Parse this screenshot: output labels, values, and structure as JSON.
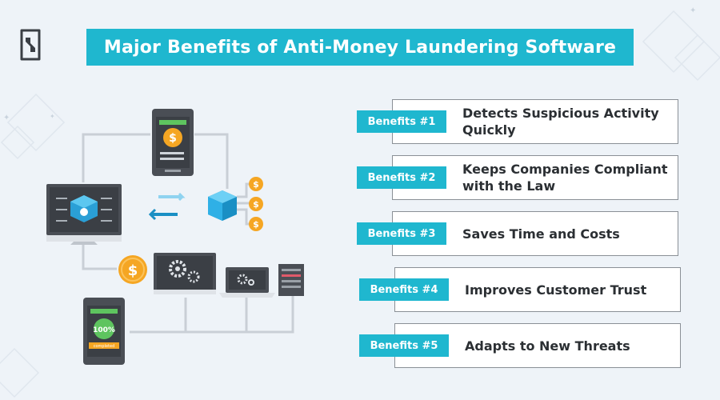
{
  "header": {
    "title": "Major Benefits of Anti-Money Laundering Software"
  },
  "benefits": [
    {
      "tag": "Benefits #1",
      "text": "Detects Suspicious Activity Quickly"
    },
    {
      "tag": "Benefits #2",
      "text": "Keeps Companies Compliant with the Law"
    },
    {
      "tag": "Benefits #3",
      "text": "Saves Time and Costs"
    },
    {
      "tag": "Benefits #4",
      "text": "Improves Customer Trust"
    },
    {
      "tag": "Benefits #5",
      "text": "Adapts to New Threats"
    }
  ],
  "illustration": {
    "phone_badge": "100%",
    "phone_status": "completed",
    "coin_symbol": "$"
  },
  "colors": {
    "accent": "#1fb7cf",
    "background": "#eef3f8",
    "coin": "#f5a623",
    "phone_green": "#5ec45f"
  }
}
